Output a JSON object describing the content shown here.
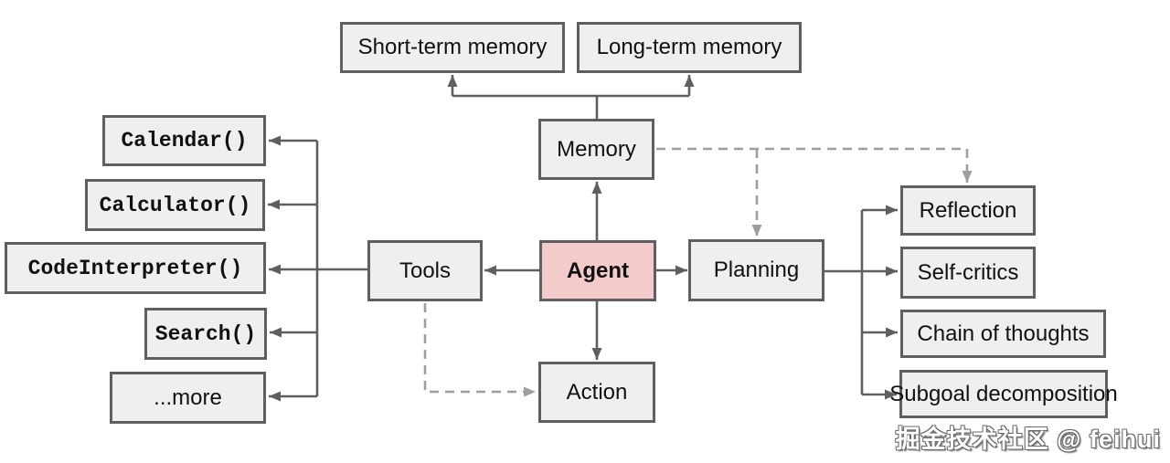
{
  "diagram": {
    "nodes": {
      "short_term_memory": {
        "label": "Short-term memory"
      },
      "long_term_memory": {
        "label": "Long-term memory"
      },
      "memory": {
        "label": "Memory"
      },
      "agent": {
        "label": "Agent"
      },
      "tools": {
        "label": "Tools"
      },
      "planning": {
        "label": "Planning"
      },
      "action": {
        "label": "Action"
      },
      "calendar": {
        "label": "Calendar()"
      },
      "calculator": {
        "label": "Calculator()"
      },
      "code_interpreter": {
        "label": "CodeInterpreter()"
      },
      "search": {
        "label": "Search()"
      },
      "more": {
        "label": "...more"
      },
      "reflection": {
        "label": "Reflection"
      },
      "self_critics": {
        "label": "Self-critics"
      },
      "chain_of_thoughts": {
        "label": "Chain of thoughts"
      },
      "subgoal_decomposition": {
        "label": "Subgoal decomposition"
      }
    },
    "colors": {
      "node-fill": "#efefef",
      "node-border": "#5f5f5f",
      "agent-fill": "#f3cbcb",
      "solid-edge": "#5f5f5f",
      "dashed-edge": "#9e9e9e",
      "text": "#111111",
      "bg": "#ffffff"
    },
    "watermark": "掘金技术社区 @ feihui"
  }
}
